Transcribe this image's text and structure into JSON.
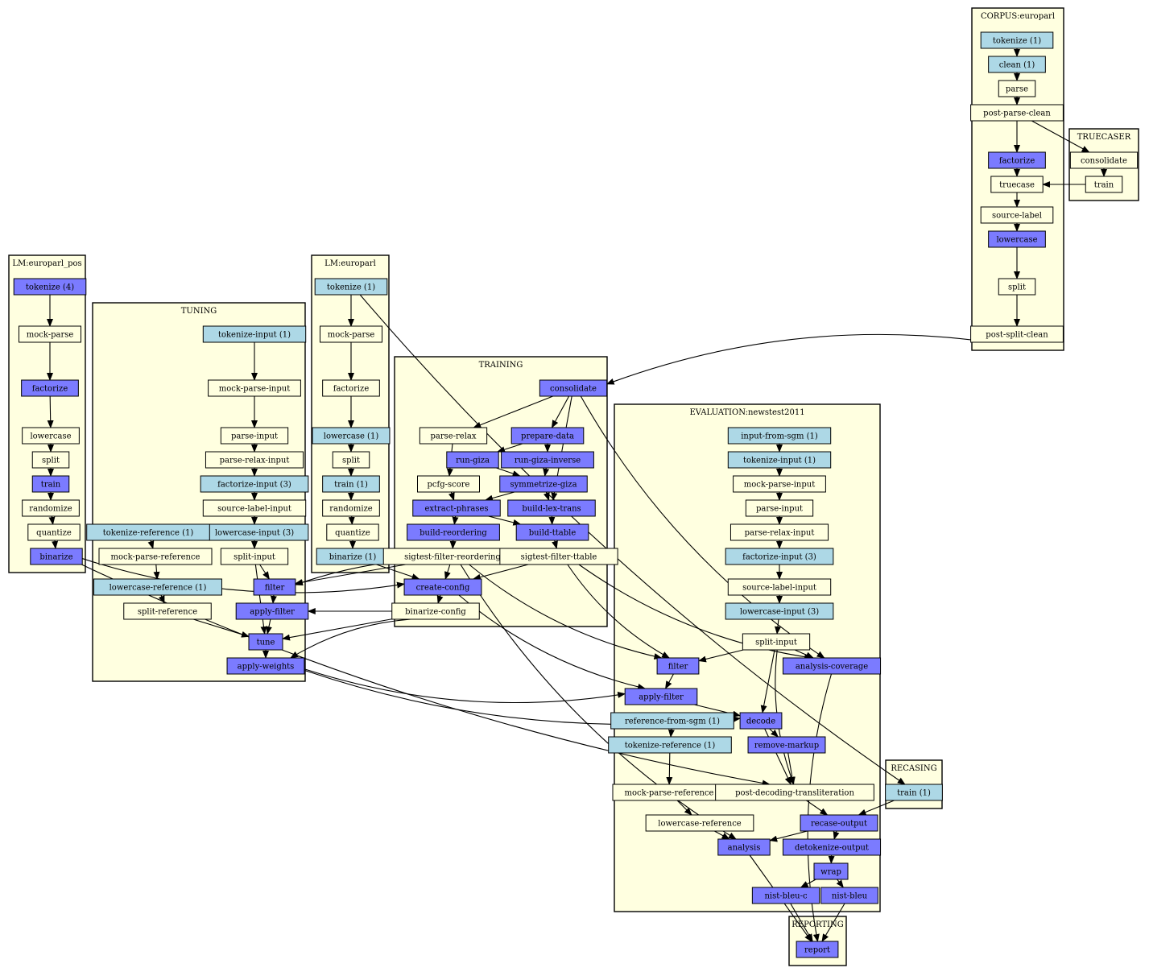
{
  "colors": {
    "done": "#add8e6",
    "todo": "#7b7bff",
    "plain": "#ffffe0",
    "cluster_fill": "#ffffe0",
    "line": "#000000"
  },
  "clusters": [
    {
      "id": "corpus",
      "label": "CORPUS:europarl"
    },
    {
      "id": "truecaser",
      "label": "TRUECASER"
    },
    {
      "id": "lm_pos",
      "label": "LM:europarl_pos"
    },
    {
      "id": "lm",
      "label": "LM:europarl"
    },
    {
      "id": "tuning",
      "label": "TUNING"
    },
    {
      "id": "training",
      "label": "TRAINING"
    },
    {
      "id": "evaluation",
      "label": "EVALUATION:newstest2011"
    },
    {
      "id": "recasing",
      "label": "RECASING"
    },
    {
      "id": "reporting",
      "label": "REPORTING"
    }
  ],
  "nodes": [
    {
      "id": "c_tok",
      "label": "tokenize (1)",
      "status": "done"
    },
    {
      "id": "c_clean",
      "label": "clean (1)",
      "status": "done"
    },
    {
      "id": "c_parse",
      "label": "parse",
      "status": "plain"
    },
    {
      "id": "c_ppc",
      "label": "post-parse-clean",
      "status": "plain"
    },
    {
      "id": "c_fact",
      "label": "factorize",
      "status": "todo"
    },
    {
      "id": "c_true",
      "label": "truecase",
      "status": "plain"
    },
    {
      "id": "c_srcl",
      "label": "source-label",
      "status": "plain"
    },
    {
      "id": "c_lower",
      "label": "lowercase",
      "status": "todo"
    },
    {
      "id": "c_split",
      "label": "split",
      "status": "plain"
    },
    {
      "id": "c_psc",
      "label": "post-split-clean",
      "status": "plain"
    },
    {
      "id": "t_cons",
      "label": "consolidate",
      "status": "plain"
    },
    {
      "id": "t_train",
      "label": "train",
      "status": "plain"
    },
    {
      "id": "p_tok",
      "label": "tokenize (4)",
      "status": "todo"
    },
    {
      "id": "p_mock",
      "label": "mock-parse",
      "status": "plain"
    },
    {
      "id": "p_fact",
      "label": "factorize",
      "status": "todo"
    },
    {
      "id": "p_lower",
      "label": "lowercase",
      "status": "plain"
    },
    {
      "id": "p_split",
      "label": "split",
      "status": "plain"
    },
    {
      "id": "p_train",
      "label": "train",
      "status": "todo"
    },
    {
      "id": "p_rand",
      "label": "randomize",
      "status": "plain"
    },
    {
      "id": "p_quant",
      "label": "quantize",
      "status": "plain"
    },
    {
      "id": "p_bin",
      "label": "binarize",
      "status": "todo"
    },
    {
      "id": "l_tok",
      "label": "tokenize (1)",
      "status": "done"
    },
    {
      "id": "l_mock",
      "label": "mock-parse",
      "status": "plain"
    },
    {
      "id": "l_fact",
      "label": "factorize",
      "status": "plain"
    },
    {
      "id": "l_lower",
      "label": "lowercase (1)",
      "status": "done"
    },
    {
      "id": "l_split",
      "label": "split",
      "status": "plain"
    },
    {
      "id": "l_train",
      "label": "train (1)",
      "status": "done"
    },
    {
      "id": "l_rand",
      "label": "randomize",
      "status": "plain"
    },
    {
      "id": "l_quant",
      "label": "quantize",
      "status": "plain"
    },
    {
      "id": "l_bin",
      "label": "binarize (1)",
      "status": "done"
    },
    {
      "id": "u_tokin",
      "label": "tokenize-input (1)",
      "status": "done"
    },
    {
      "id": "u_mockin",
      "label": "mock-parse-input",
      "status": "plain"
    },
    {
      "id": "u_parsein",
      "label": "parse-input",
      "status": "plain"
    },
    {
      "id": "u_prin",
      "label": "parse-relax-input",
      "status": "plain"
    },
    {
      "id": "u_factin",
      "label": "factorize-input (3)",
      "status": "done"
    },
    {
      "id": "u_srcin",
      "label": "source-label-input",
      "status": "plain"
    },
    {
      "id": "u_lowin",
      "label": "lowercase-input (3)",
      "status": "done"
    },
    {
      "id": "u_tokref",
      "label": "tokenize-reference (1)",
      "status": "done"
    },
    {
      "id": "u_mockref",
      "label": "mock-parse-reference",
      "status": "plain"
    },
    {
      "id": "u_splitin",
      "label": "split-input",
      "status": "plain"
    },
    {
      "id": "u_lowref",
      "label": "lowercase-reference (1)",
      "status": "done"
    },
    {
      "id": "u_filter",
      "label": "filter",
      "status": "todo"
    },
    {
      "id": "u_splitref",
      "label": "split-reference",
      "status": "plain"
    },
    {
      "id": "u_applyf",
      "label": "apply-filter",
      "status": "todo"
    },
    {
      "id": "u_tune",
      "label": "tune",
      "status": "todo"
    },
    {
      "id": "u_applyw",
      "label": "apply-weights",
      "status": "todo"
    },
    {
      "id": "r_cons",
      "label": "consolidate",
      "status": "todo"
    },
    {
      "id": "r_prelax",
      "label": "parse-relax",
      "status": "plain"
    },
    {
      "id": "r_prep",
      "label": "prepare-data",
      "status": "todo"
    },
    {
      "id": "r_giza",
      "label": "run-giza",
      "status": "todo"
    },
    {
      "id": "r_gizainv",
      "label": "run-giza-inverse",
      "status": "todo"
    },
    {
      "id": "r_pcfg",
      "label": "pcfg-score",
      "status": "plain"
    },
    {
      "id": "r_sym",
      "label": "symmetrize-giza",
      "status": "todo"
    },
    {
      "id": "r_extract",
      "label": "extract-phrases",
      "status": "todo"
    },
    {
      "id": "r_lex",
      "label": "build-lex-trans",
      "status": "todo"
    },
    {
      "id": "r_reord",
      "label": "build-reordering",
      "status": "todo"
    },
    {
      "id": "r_ttable",
      "label": "build-ttable",
      "status": "todo"
    },
    {
      "id": "r_sfr",
      "label": "sigtest-filter-reordering",
      "status": "plain"
    },
    {
      "id": "r_sft",
      "label": "sigtest-filter-ttable",
      "status": "plain"
    },
    {
      "id": "r_config",
      "label": "create-config",
      "status": "todo"
    },
    {
      "id": "r_binconf",
      "label": "binarize-config",
      "status": "plain"
    },
    {
      "id": "e_sgm",
      "label": "input-from-sgm (1)",
      "status": "done"
    },
    {
      "id": "e_tokin",
      "label": "tokenize-input (1)",
      "status": "done"
    },
    {
      "id": "e_mockin",
      "label": "mock-parse-input",
      "status": "plain"
    },
    {
      "id": "e_parsein",
      "label": "parse-input",
      "status": "plain"
    },
    {
      "id": "e_prin",
      "label": "parse-relax-input",
      "status": "plain"
    },
    {
      "id": "e_factin",
      "label": "factorize-input (3)",
      "status": "done"
    },
    {
      "id": "e_srcin",
      "label": "source-label-input",
      "status": "plain"
    },
    {
      "id": "e_lowin",
      "label": "lowercase-input (3)",
      "status": "done"
    },
    {
      "id": "e_splitin",
      "label": "split-input",
      "status": "plain"
    },
    {
      "id": "e_filter",
      "label": "filter",
      "status": "todo"
    },
    {
      "id": "e_cov",
      "label": "analysis-coverage",
      "status": "todo"
    },
    {
      "id": "e_applyf",
      "label": "apply-filter",
      "status": "todo"
    },
    {
      "id": "e_refsgm",
      "label": "reference-from-sgm (1)",
      "status": "done"
    },
    {
      "id": "e_decode",
      "label": "decode",
      "status": "todo"
    },
    {
      "id": "e_tokref",
      "label": "tokenize-reference (1)",
      "status": "done"
    },
    {
      "id": "e_rmk",
      "label": "remove-markup",
      "status": "todo"
    },
    {
      "id": "e_mockref",
      "label": "mock-parse-reference",
      "status": "plain"
    },
    {
      "id": "e_pdt",
      "label": "post-decoding-transliteration",
      "status": "plain"
    },
    {
      "id": "e_lowref",
      "label": "lowercase-reference",
      "status": "plain"
    },
    {
      "id": "e_recase",
      "label": "recase-output",
      "status": "todo"
    },
    {
      "id": "e_analysis",
      "label": "analysis",
      "status": "todo"
    },
    {
      "id": "e_detok",
      "label": "detokenize-output",
      "status": "todo"
    },
    {
      "id": "e_wrap",
      "label": "wrap",
      "status": "todo"
    },
    {
      "id": "e_nistc",
      "label": "nist-bleu-c",
      "status": "todo"
    },
    {
      "id": "e_nist",
      "label": "nist-bleu",
      "status": "todo"
    },
    {
      "id": "rc_train",
      "label": "train (1)",
      "status": "done"
    },
    {
      "id": "rp_report",
      "label": "report",
      "status": "todo"
    }
  ],
  "edges": [
    [
      "c_tok",
      "c_clean"
    ],
    [
      "c_clean",
      "c_parse"
    ],
    [
      "c_parse",
      "c_ppc"
    ],
    [
      "c_ppc",
      "t_cons"
    ],
    [
      "c_ppc",
      "c_fact"
    ],
    [
      "c_fact",
      "c_true"
    ],
    [
      "t_train",
      "c_true"
    ],
    [
      "c_true",
      "c_srcl"
    ],
    [
      "c_srcl",
      "c_lower"
    ],
    [
      "c_lower",
      "c_split"
    ],
    [
      "c_split",
      "c_psc"
    ],
    [
      "c_psc",
      "r_cons"
    ],
    [
      "t_cons",
      "t_train"
    ],
    [
      "p_tok",
      "p_mock"
    ],
    [
      "p_mock",
      "p_fact"
    ],
    [
      "p_fact",
      "p_lower"
    ],
    [
      "p_lower",
      "p_split"
    ],
    [
      "p_split",
      "p_train"
    ],
    [
      "p_train",
      "p_rand"
    ],
    [
      "p_rand",
      "p_quant"
    ],
    [
      "p_quant",
      "p_bin"
    ],
    [
      "p_bin",
      "r_config"
    ],
    [
      "p_bin",
      "e_pdt"
    ],
    [
      "l_tok",
      "l_mock"
    ],
    [
      "l_mock",
      "l_fact"
    ],
    [
      "l_fact",
      "l_lower"
    ],
    [
      "l_lower",
      "l_split"
    ],
    [
      "l_split",
      "l_train"
    ],
    [
      "l_train",
      "l_rand"
    ],
    [
      "l_rand",
      "l_quant"
    ],
    [
      "l_quant",
      "l_bin"
    ],
    [
      "l_bin",
      "r_config"
    ],
    [
      "l_tok",
      "rc_train"
    ],
    [
      "u_tokin",
      "u_mockin"
    ],
    [
      "u_mockin",
      "u_parsein"
    ],
    [
      "u_parsein",
      "u_prin"
    ],
    [
      "u_prin",
      "u_factin"
    ],
    [
      "u_factin",
      "u_srcin"
    ],
    [
      "u_srcin",
      "u_lowin"
    ],
    [
      "u_lowin",
      "u_splitin"
    ],
    [
      "u_splitin",
      "u_filter"
    ],
    [
      "u_splitin",
      "u_tune"
    ],
    [
      "u_tokref",
      "u_mockref"
    ],
    [
      "u_mockref",
      "u_lowref"
    ],
    [
      "u_lowref",
      "u_splitref"
    ],
    [
      "u_splitref",
      "u_tune"
    ],
    [
      "u_filter",
      "u_applyf"
    ],
    [
      "u_applyf",
      "u_tune"
    ],
    [
      "u_tune",
      "u_applyw"
    ],
    [
      "r_sfr",
      "u_filter"
    ],
    [
      "r_sft",
      "u_filter"
    ],
    [
      "r_binconf",
      "u_applyf"
    ],
    [
      "r_binconf",
      "u_tune"
    ],
    [
      "r_binconf",
      "u_applyw"
    ],
    [
      "u_applyw",
      "e_applyf"
    ],
    [
      "u_applyw",
      "e_decode"
    ],
    [
      "r_cons",
      "r_prelax"
    ],
    [
      "r_cons",
      "r_prep"
    ],
    [
      "r_cons",
      "r_lex"
    ],
    [
      "r_cons",
      "e_cov"
    ],
    [
      "r_prelax",
      "r_pcfg"
    ],
    [
      "r_prep",
      "r_giza"
    ],
    [
      "r_prep",
      "r_gizainv"
    ],
    [
      "r_giza",
      "r_sym"
    ],
    [
      "r_gizainv",
      "r_sym"
    ],
    [
      "r_sym",
      "r_extract"
    ],
    [
      "r_sym",
      "r_lex"
    ],
    [
      "r_pcfg",
      "r_extract"
    ],
    [
      "r_extract",
      "r_reord"
    ],
    [
      "r_extract",
      "r_ttable"
    ],
    [
      "r_lex",
      "r_ttable"
    ],
    [
      "r_reord",
      "r_sfr"
    ],
    [
      "r_ttable",
      "r_sft"
    ],
    [
      "r_sfr",
      "r_config"
    ],
    [
      "r_sft",
      "r_config"
    ],
    [
      "r_config",
      "r_binconf"
    ],
    [
      "r_config",
      "e_applyf"
    ],
    [
      "r_sfr",
      "e_filter"
    ],
    [
      "r_sft",
      "e_filter"
    ],
    [
      "r_sft",
      "e_cov"
    ],
    [
      "r_sfr",
      "e_analysis"
    ],
    [
      "e_sgm",
      "e_tokin"
    ],
    [
      "e_tokin",
      "e_mockin"
    ],
    [
      "e_mockin",
      "e_parsein"
    ],
    [
      "e_parsein",
      "e_prin"
    ],
    [
      "e_prin",
      "e_factin"
    ],
    [
      "e_factin",
      "e_srcin"
    ],
    [
      "e_srcin",
      "e_lowin"
    ],
    [
      "e_lowin",
      "e_splitin"
    ],
    [
      "e_splitin",
      "e_filter"
    ],
    [
      "e_splitin",
      "e_cov"
    ],
    [
      "e_splitin",
      "e_decode"
    ],
    [
      "e_splitin",
      "e_pdt"
    ],
    [
      "e_filter",
      "e_applyf"
    ],
    [
      "e_applyf",
      "e_decode"
    ],
    [
      "e_decode",
      "e_rmk"
    ],
    [
      "e_decode",
      "e_pdt"
    ],
    [
      "e_rmk",
      "e_pdt"
    ],
    [
      "e_refsgm",
      "e_tokref"
    ],
    [
      "e_tokref",
      "e_mockref"
    ],
    [
      "e_mockref",
      "e_lowref"
    ],
    [
      "e_lowref",
      "e_analysis"
    ],
    [
      "e_pdt",
      "e_recase"
    ],
    [
      "rc_train",
      "e_recase"
    ],
    [
      "e_recase",
      "e_analysis"
    ],
    [
      "e_recase",
      "e_detok"
    ],
    [
      "e_detok",
      "e_wrap"
    ],
    [
      "e_wrap",
      "e_nistc"
    ],
    [
      "e_wrap",
      "e_nist"
    ],
    [
      "e_nistc",
      "rp_report"
    ],
    [
      "e_nist",
      "rp_report"
    ],
    [
      "e_analysis",
      "rp_report"
    ],
    [
      "e_cov",
      "rp_report"
    ]
  ]
}
